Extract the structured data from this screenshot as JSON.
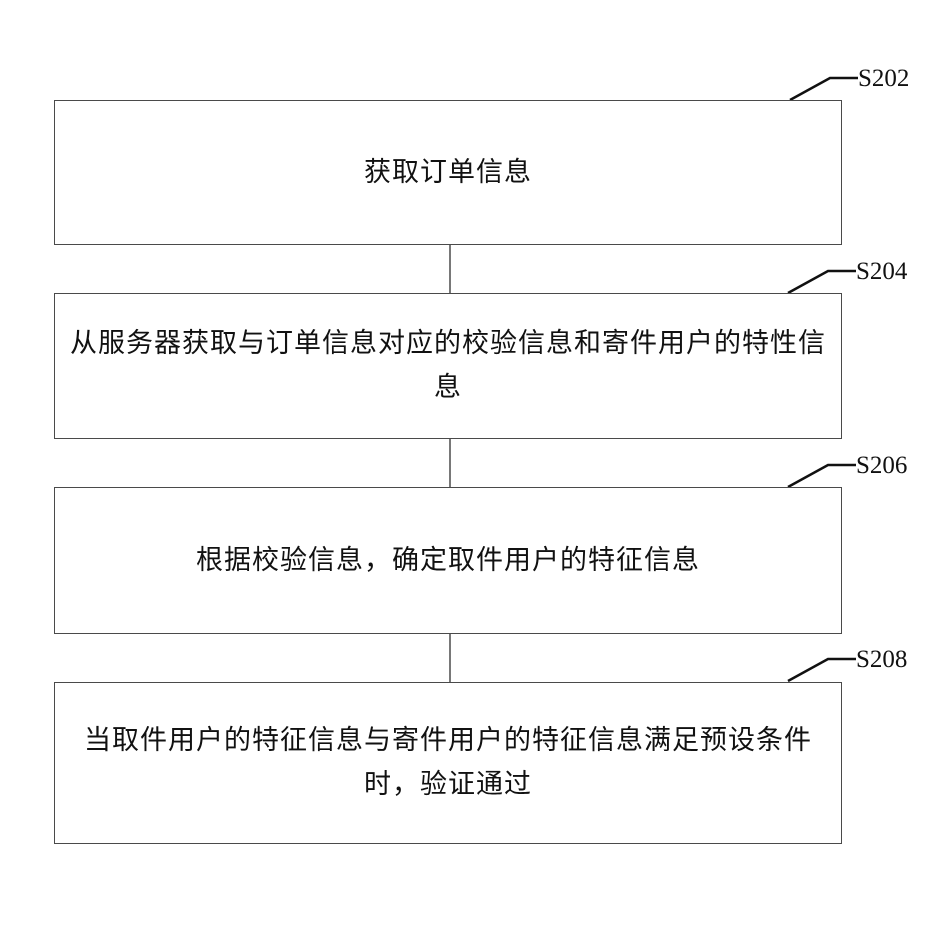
{
  "steps": [
    {
      "id": "S202",
      "text": "获取订单信息"
    },
    {
      "id": "S204",
      "text": "从服务器获取与订单信息对应的校验信息和寄件用户的特性信息"
    },
    {
      "id": "S206",
      "text": "根据校验信息，确定取件用户的特征信息"
    },
    {
      "id": "S208",
      "text": "当取件用户的特征信息与寄件用户的特征信息满足预设条件时，验证通过"
    }
  ],
  "colors": {
    "border": "#4a4a4a",
    "connector": "#4a4a4a",
    "text": "#111111"
  }
}
